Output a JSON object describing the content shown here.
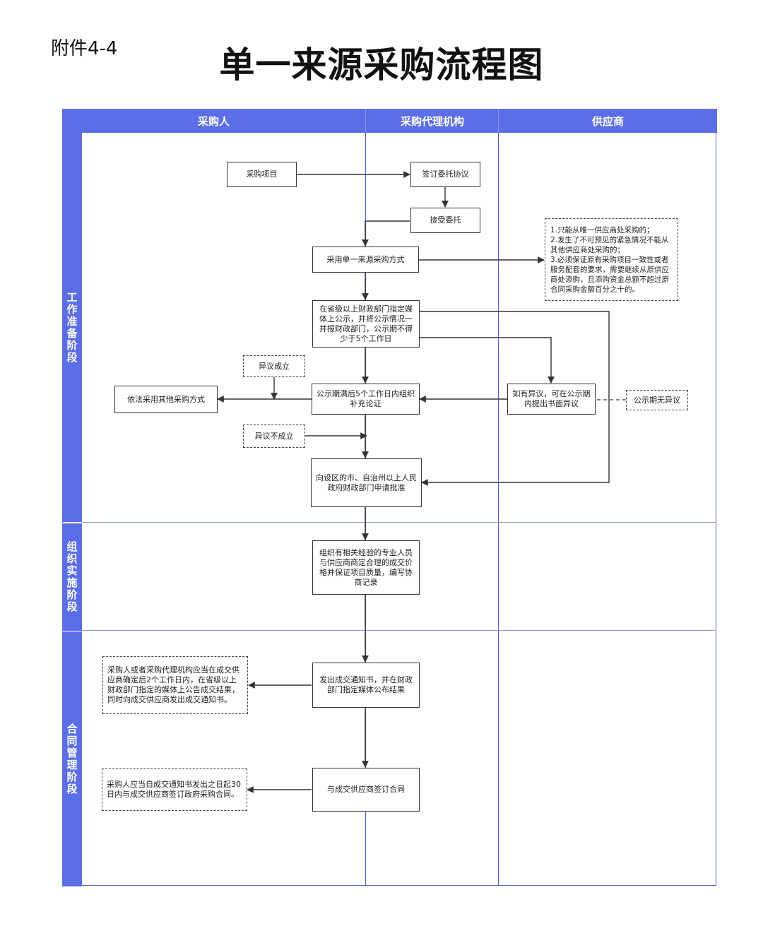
{
  "annex_label": "附件4-4",
  "title": "单一来源采购流程图",
  "columns": [
    "采购人",
    "采购代理机构",
    "供应商"
  ],
  "stages": [
    "工作准备阶段",
    "组织实施阶段",
    "合同管理阶段"
  ],
  "nodes": {
    "procurement_project": "采购项目",
    "sign_agreement": "签订委托协议",
    "accept_commission": "接受委托",
    "adopt_method": "采用单一来源采购方式",
    "conditions_note": "1.只能从唯一供应商处采购的；\n2.发生了不可预见的紧急情况不能从其他供应商处采购的；\n3.必须保证原有采购项目一致性或者服务配套的要求，需要继续从原供应商处添购，且添购资金总额不超过原合同采购金额百分之十的。",
    "publicize": "在省级以上财政部门指定媒体上公示，并将公示情况一并报财政部门，公示期不得少于5个工作日",
    "objection_valid": "异议成立",
    "other_methods": "依法采用其他采购方式",
    "organize_review": "公示期满后5个工作日内组织补充论证",
    "objection_invalid": "异议不成立",
    "supplier_objection": "如有异议，可在公示期内提出书面异议",
    "no_objection": "公示期无异议",
    "apply_approval": "向设区的市、自治州以上人民政府财政部门申请批准",
    "negotiate": "组织有相关经验的专业人员与供应商商定合理的成交价格并保证项目质量，编写协商记录",
    "issue_notice": "发出成交通知书，并在财政部门指定媒体公布结果",
    "notice_note": "采购人或者采购代理机构应当在成交供应商确定后2个工作日内，在省级以上财政部门指定的媒体上公告成交结果，同时向成交供应商发出成交通知书。",
    "sign_contract": "与成交供应商签订合同",
    "contract_note": "采购人应当自成交通知书发出之日起30日内与成交供应商签订政府采购合同。"
  }
}
